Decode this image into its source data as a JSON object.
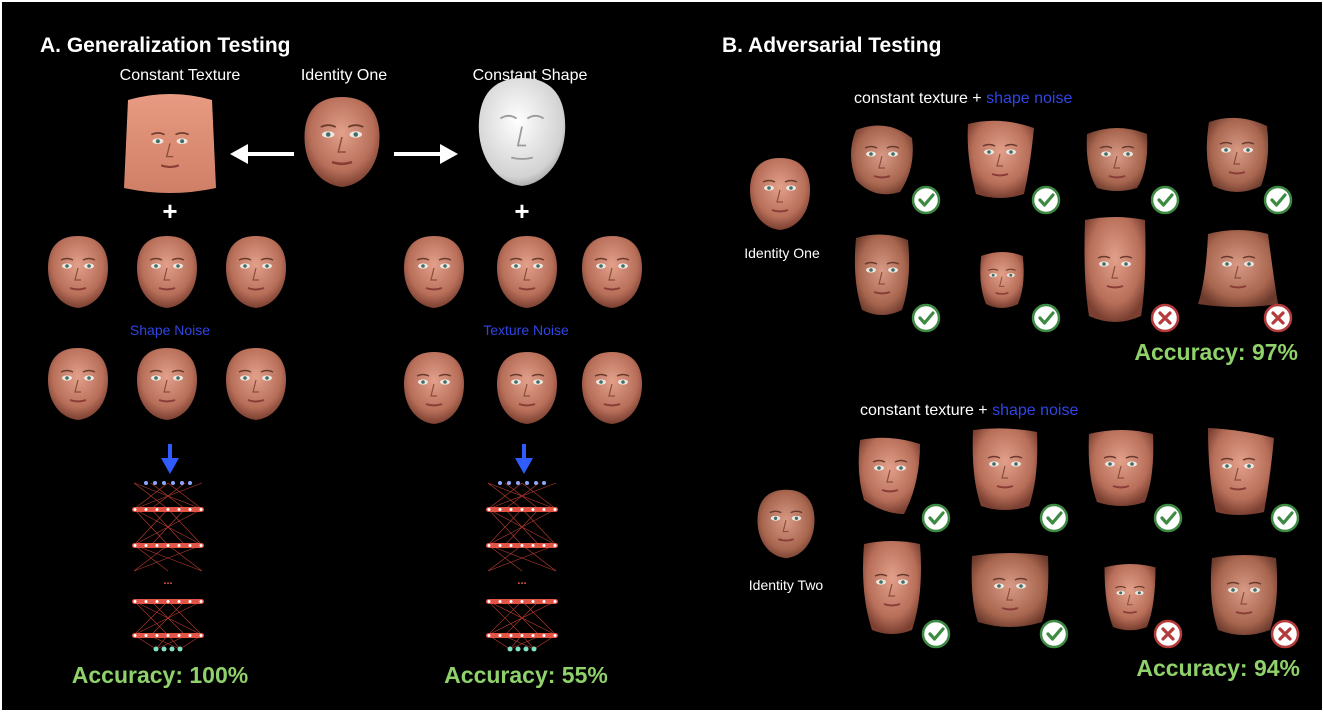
{
  "panel_a": {
    "title": "A. Generalization Testing",
    "label_constant_texture": "Constant Texture",
    "label_identity_one": "Identity One",
    "label_constant_shape": "Constant Shape",
    "plus": "+",
    "shape_noise": "Shape Noise",
    "texture_noise": "Texture Noise",
    "network_dots": "...",
    "accuracy_left": "Accuracy: 100%",
    "accuracy_right": "Accuracy: 55%"
  },
  "panel_b": {
    "title": "B. Adversarial Testing",
    "group1_prefix": "constant texture + ",
    "group1_noise": "shape noise",
    "group1_identity": "Identity One",
    "group1_accuracy": "Accuracy: 97%",
    "group1_results": [
      "correct",
      "correct",
      "correct",
      "correct",
      "correct",
      "correct",
      "wrong",
      "wrong"
    ],
    "group2_prefix": "constant texture + ",
    "group2_noise": "shape noise",
    "group2_identity": "Identity Two",
    "group2_accuracy": "Accuracy: 94%",
    "group2_results": [
      "correct",
      "correct",
      "correct",
      "correct",
      "correct",
      "correct",
      "wrong",
      "wrong"
    ]
  },
  "colors": {
    "background": "#000000",
    "accent_green": "#8fd16a",
    "noise_blue": "#2f45e6",
    "check_green": "#3d8a42",
    "cross_red": "#b53a3a",
    "face_skin": "#c97f6b",
    "texture_skin": "#e59c84",
    "shape_gray": "#dcdcdc",
    "network_red": "#e0483a"
  },
  "icons": [
    "arrow-left-icon",
    "arrow-right-icon",
    "arrow-down-icon",
    "check-icon",
    "cross-icon"
  ]
}
